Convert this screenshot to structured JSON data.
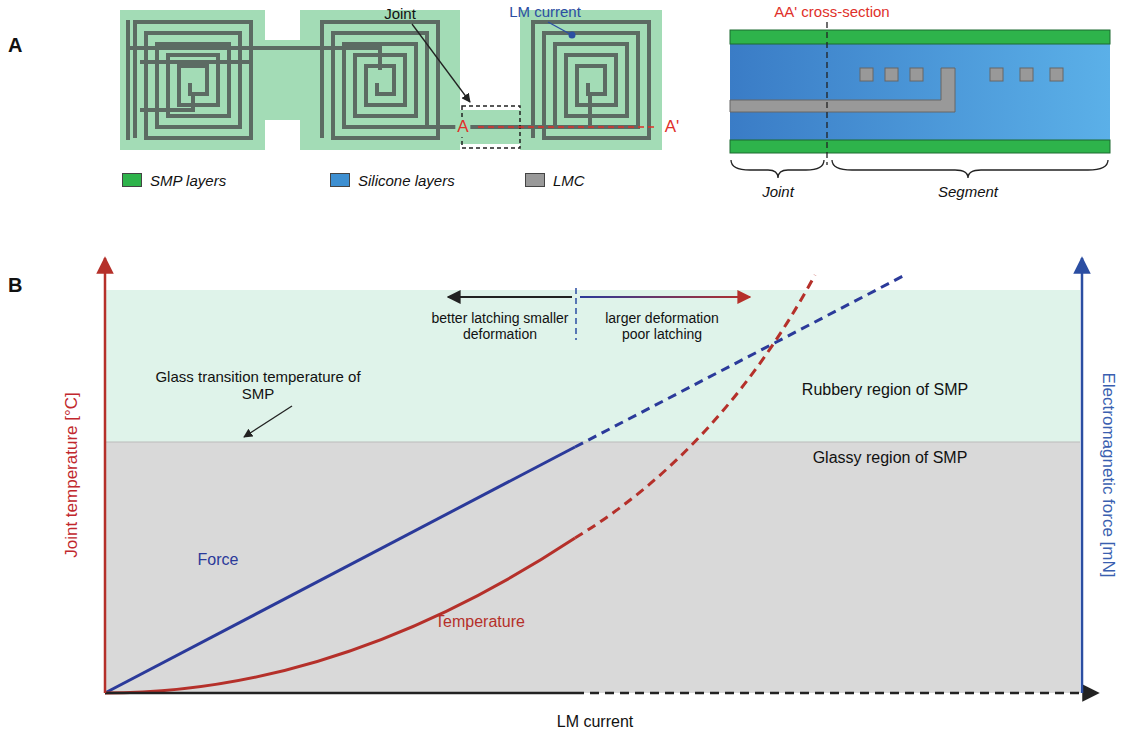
{
  "diagram": {
    "nodes": [
      {
        "text": [
          "Rubbery region of SMP"
        ]
      },
      {
        "text": [
          "Glassy region of SMP"
        ]
      }
    ],
    "labels": [
      "A",
      "Joint",
      "LM current",
      "A",
      "A'",
      "AA' cross-section",
      "Joint",
      "Segment",
      "B",
      "better latching smaller deformation",
      "larger deformation poor latching",
      "Glass transition temperature of SMP",
      "Force",
      "Temperature",
      "Joint temperature [°C]",
      "Electromagnetic force [mN]",
      "LM current"
    ],
    "legend": [
      {
        "text": "SMP layers",
        "color": "#2eb34b"
      },
      {
        "text": "Silicone layers",
        "color": "#3d8fd1"
      },
      {
        "text": "LMC",
        "color": "#999999"
      }
    ]
  }
}
